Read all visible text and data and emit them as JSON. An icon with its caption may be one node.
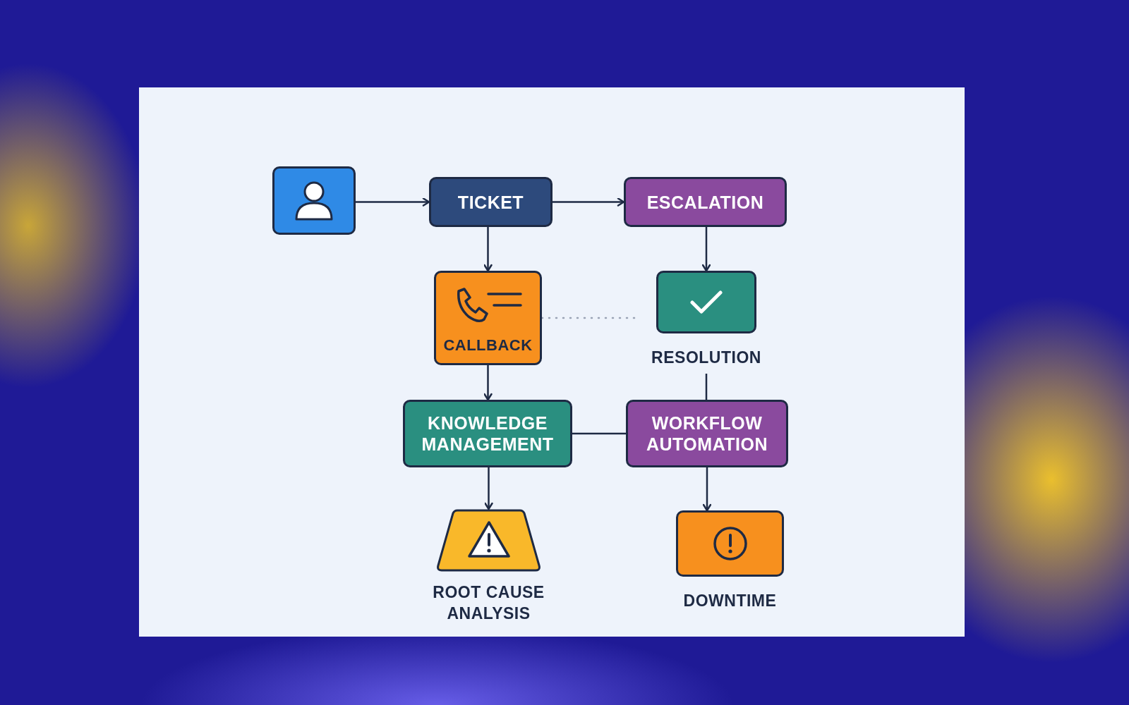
{
  "diagram": {
    "nodes": [
      {
        "text": [],
        "shape": "person"
      },
      {
        "text": [
          "TICKET"
        ]
      },
      {
        "text": [
          "ESCALATION"
        ]
      },
      {
        "text": [
          "CALLBACK"
        ]
      },
      {
        "text": [
          "RESOLUTION"
        ]
      },
      {
        "text": [
          "KNOWLEDGE MANAGEMENT"
        ]
      },
      {
        "text": [
          "WORKFLOW AUTOMATION"
        ]
      },
      {
        "text": [
          "ROOT CAUSE ANALYSIS"
        ]
      },
      {
        "text": [
          "DOWNTIME"
        ]
      }
    ],
    "edges": [
      {
        "from": 0,
        "to": 1,
        "arrow": "to"
      },
      {
        "from": 1,
        "to": 2,
        "arrow": "to"
      },
      {
        "from": 1,
        "to": 3,
        "arrow": "to"
      },
      {
        "from": 2,
        "to": 4,
        "arrow": "to"
      },
      {
        "from": 3,
        "to": 4,
        "arrow": "none",
        "style": "dashed",
        "color": "#9aa3b5"
      },
      {
        "from": 3,
        "to": 5,
        "arrow": "to"
      },
      {
        "from": 4,
        "to": 6,
        "arrow": "none"
      },
      {
        "from": 5,
        "to": 6,
        "arrow": "none"
      },
      {
        "from": 5,
        "to": 7,
        "arrow": "to"
      },
      {
        "from": 6,
        "to": 8,
        "arrow": "to"
      }
    ]
  }
}
